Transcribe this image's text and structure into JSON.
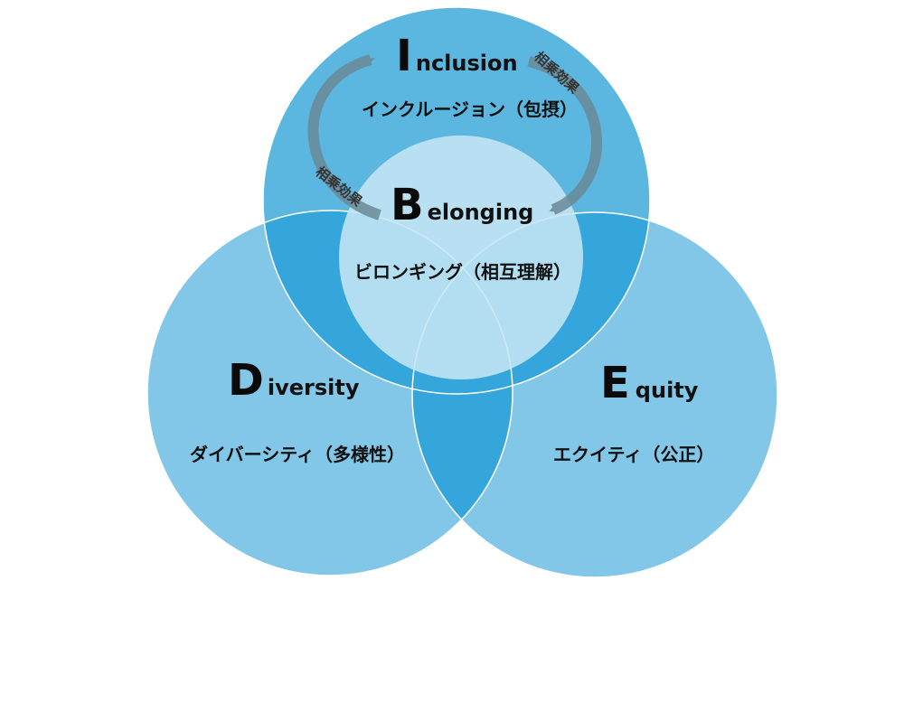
{
  "colors": {
    "inclusion": "#5bb6e0",
    "diversity": "#82c6e8",
    "equity": "#82c6e8",
    "overlap": "#34a6dc",
    "belonging": "#c5e6f4",
    "arrow": "#6b8a99",
    "outline": "#ffffff"
  },
  "inclusion": {
    "initial": "I",
    "rest": "nclusion",
    "jp": "インクルージョン（包摂）"
  },
  "belonging": {
    "initial": "B",
    "rest": "elonging",
    "jp": "ビロンギング（相互理解）"
  },
  "diversity": {
    "initial": "D",
    "rest": "iversity",
    "jp": "ダイバーシティ（多様性）"
  },
  "equity": {
    "initial": "E",
    "rest": "quity",
    "jp": "エクイティ（公正）"
  },
  "synergy": {
    "right": "相乗効果",
    "left": "相乗効果"
  }
}
